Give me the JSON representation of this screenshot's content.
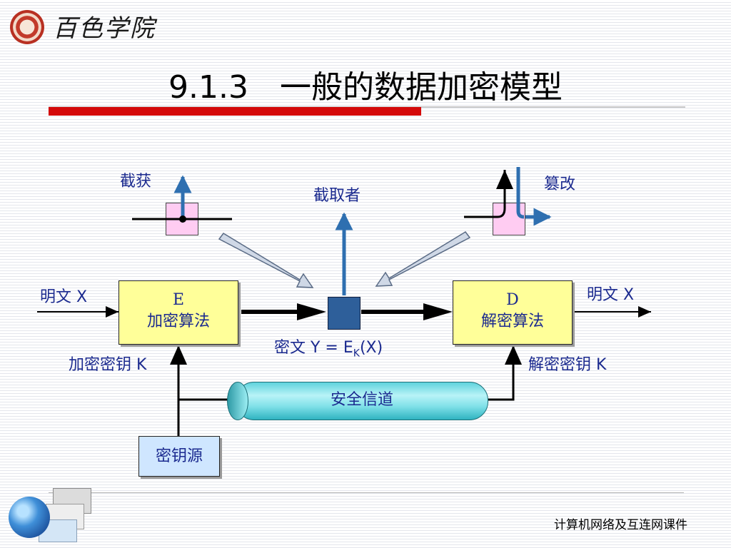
{
  "header": {
    "logo_text": "百色学院",
    "title": "9.1.3　一般的数据加密模型"
  },
  "diagram": {
    "intercept_label": "截获",
    "interceptor_label": "截取者",
    "tamper_label": "篡改",
    "plaintext_in": "明文 X",
    "plaintext_out": "明文 X",
    "encrypt_box": {
      "letter": "E",
      "label": "加密算法"
    },
    "decrypt_box": {
      "letter": "D",
      "label": "解密算法"
    },
    "ciphertext_prefix": "密文 Y = E",
    "ciphertext_sub": "K",
    "ciphertext_suffix": "(X)",
    "enc_key_label": "加密密钥 K",
    "dec_key_label": "解密密钥 K",
    "secure_channel": "安全信道",
    "key_source": "密钥源"
  },
  "footer": {
    "course": "计算机网络及互连网课件"
  },
  "colors": {
    "accent_red": "#d40a0a",
    "text_blue": "#1b2a8f",
    "box_yellow": "#ffff99",
    "box_pink": "#ffccf2",
    "box_lightblue": "#cfe6ff",
    "arrow_blue": "#2e6fb0"
  }
}
